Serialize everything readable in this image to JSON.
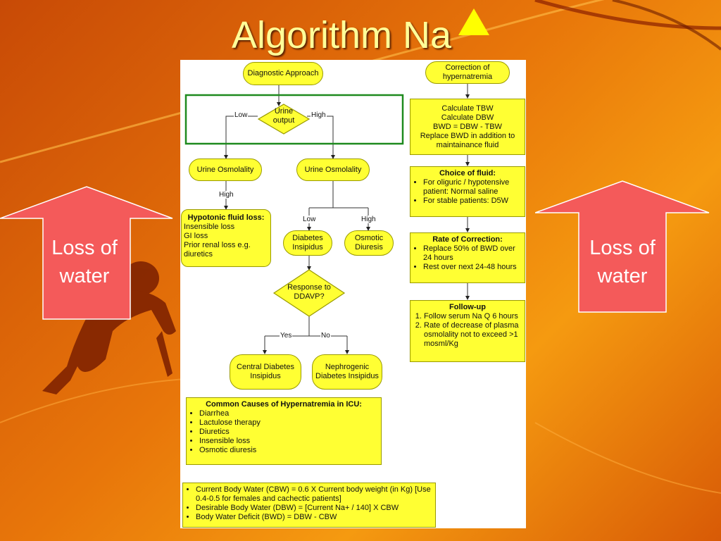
{
  "slide": {
    "title": "Algorithm Na",
    "left_arrow_text": "Loss of water",
    "right_arrow_text": "Loss of water"
  },
  "flow": {
    "diagnostic_approach": "Diagnostic Approach",
    "urine_output": "Urine output",
    "low": "Low",
    "high": "High",
    "urine_osm_left": "Urine Osmolality",
    "urine_osm_right": "Urine Osmolality",
    "high_left": "High",
    "hypotonic_title": "Hypotonic fluid loss:",
    "hypotonic_items": [
      "Insensible loss",
      "GI loss",
      "Prior renal loss e.g. diuretics"
    ],
    "low2": "Low",
    "high2": "High",
    "diabetes_insipidus": "Diabetes Insipidus",
    "osmotic_diuresis": "Osmotic Diuresis",
    "response_ddavp": "Response to DDAVP?",
    "yes": "Yes",
    "no": "No",
    "central_di": "Central Diabetes Insipidus",
    "nephrogenic_di": "Nephrogenic Diabetes Insipidus",
    "causes_title": "Common Causes of Hypernatremia in ICU:",
    "causes_items": [
      "Diarrhea",
      "Lactulose therapy",
      "Diuretics",
      "Insensible loss",
      "Osmotic diuresis"
    ],
    "formula_items": [
      "Current Body Water (CBW) = 0.6 X Current body weight (in Kg) [Use 0.4-0.5 for females and cachectic patients]",
      "Desirable Body Water (DBW) = [Current Na+ / 140] X CBW",
      "Body Water Deficit (BWD) = DBW - CBW"
    ],
    "correction": "Correction of hypernatremia",
    "calc_lines": [
      "Calculate TBW",
      "Calculate DBW",
      "BWD = DBW - TBW",
      "Replace BWD in addition to maintainance fluid"
    ],
    "fluid_title": "Choice of fluid:",
    "fluid_items": [
      "For oliguric / hypotensive patient: Normal saline",
      "For stable patients: D5W"
    ],
    "rate_title": "Rate of Correction:",
    "rate_items": [
      "Replace 50% of BWD over 24 hours",
      "Rest over next 24-48 hours"
    ],
    "follow_title": "Follow-up",
    "follow_items": [
      "Follow serum Na Q 6 hours",
      "Rate of decrease of plasma osmolality not to exceed >1 mosml/Kg"
    ]
  },
  "colors": {
    "node_fill": "#ffff33",
    "arrow_fill": "#f45a5a",
    "title": "#ffff99"
  }
}
